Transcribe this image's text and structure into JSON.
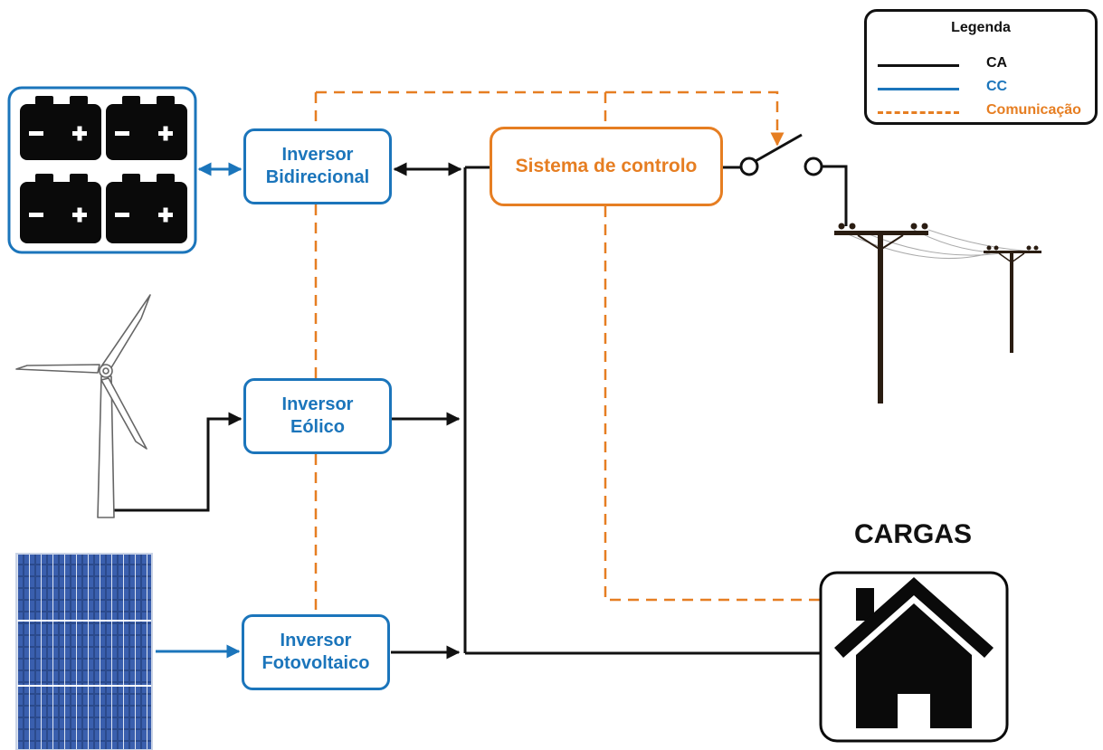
{
  "legend": {
    "title": "Legenda",
    "items": [
      {
        "label": "CA",
        "color": "#111111",
        "style": "solid"
      },
      {
        "label": "CC",
        "color": "#1b75bb",
        "style": "solid"
      },
      {
        "label": "Comunicação",
        "color": "#e67e22",
        "style": "dashed"
      }
    ]
  },
  "nodes": {
    "inverter_bidirectional": {
      "line1": "Inversor",
      "line2": "Bidirecional"
    },
    "inverter_wind": {
      "line1": "Inversor",
      "line2": "Eólico"
    },
    "inverter_pv": {
      "line1": "Inversor",
      "line2": "Fotovoltaico"
    },
    "control_system": {
      "label": "Sistema de controlo"
    },
    "loads_label": "CARGAS"
  },
  "icons": [
    "battery-bank-icon",
    "wind-turbine-icon",
    "solar-panel-icon",
    "switch-icon",
    "power-pole-icon",
    "house-icon"
  ],
  "colors": {
    "ac": "#111111",
    "dc": "#1b75bb",
    "communication": "#e67e22"
  }
}
